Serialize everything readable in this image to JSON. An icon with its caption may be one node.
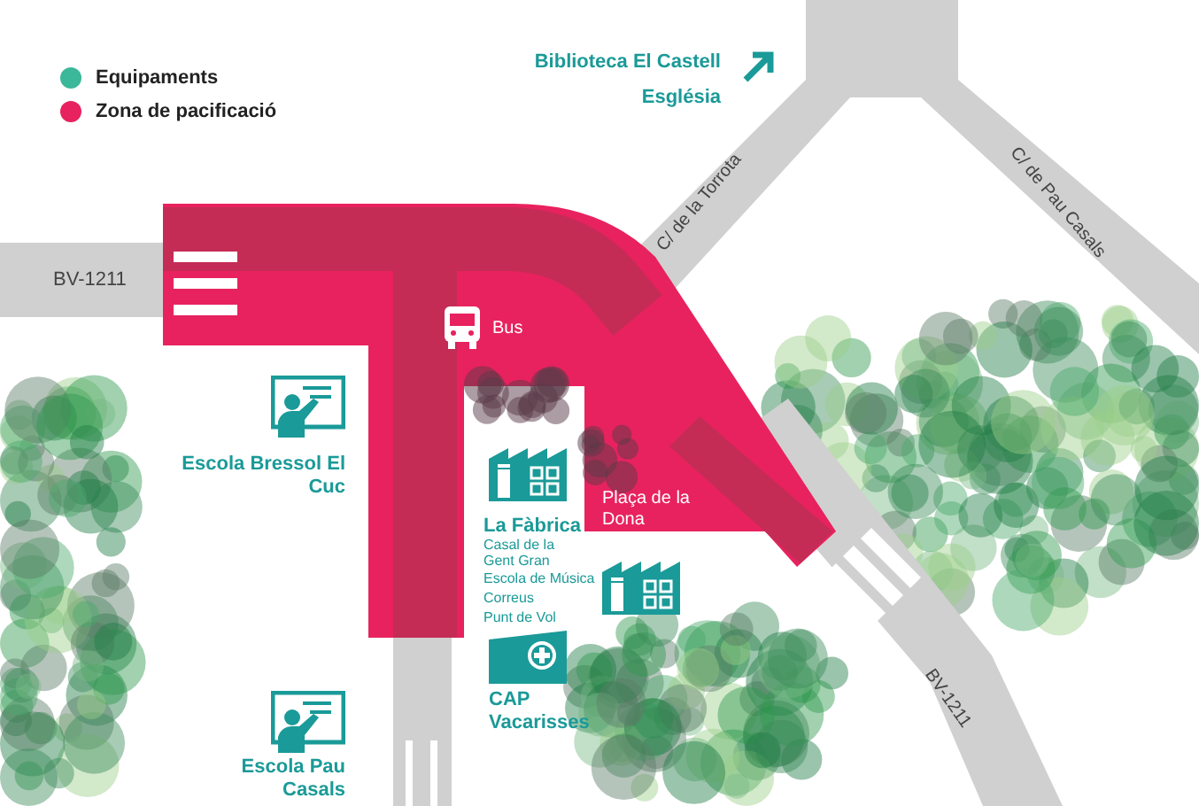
{
  "diagram": {
    "labels": [
      "Biblioteca El Castell",
      "Església",
      "C/ de la Torrota",
      "C/ de Pau Casals",
      "BV-1211",
      "Bus",
      "Escola Bressol El Cuc",
      "La Fàbrica",
      "Plaça de la Dona",
      "Casal de la Gent Gran",
      "Escola de Música",
      "Correus",
      "Punt de Vol",
      "CAP Vacarisses",
      "BV-1211",
      "Escola Pau Casals"
    ],
    "legend": [
      {
        "text": "Equipaments",
        "color": "#3bb79a"
      },
      {
        "text": "Zona de pacificació",
        "color": "#e8225f"
      }
    ]
  }
}
